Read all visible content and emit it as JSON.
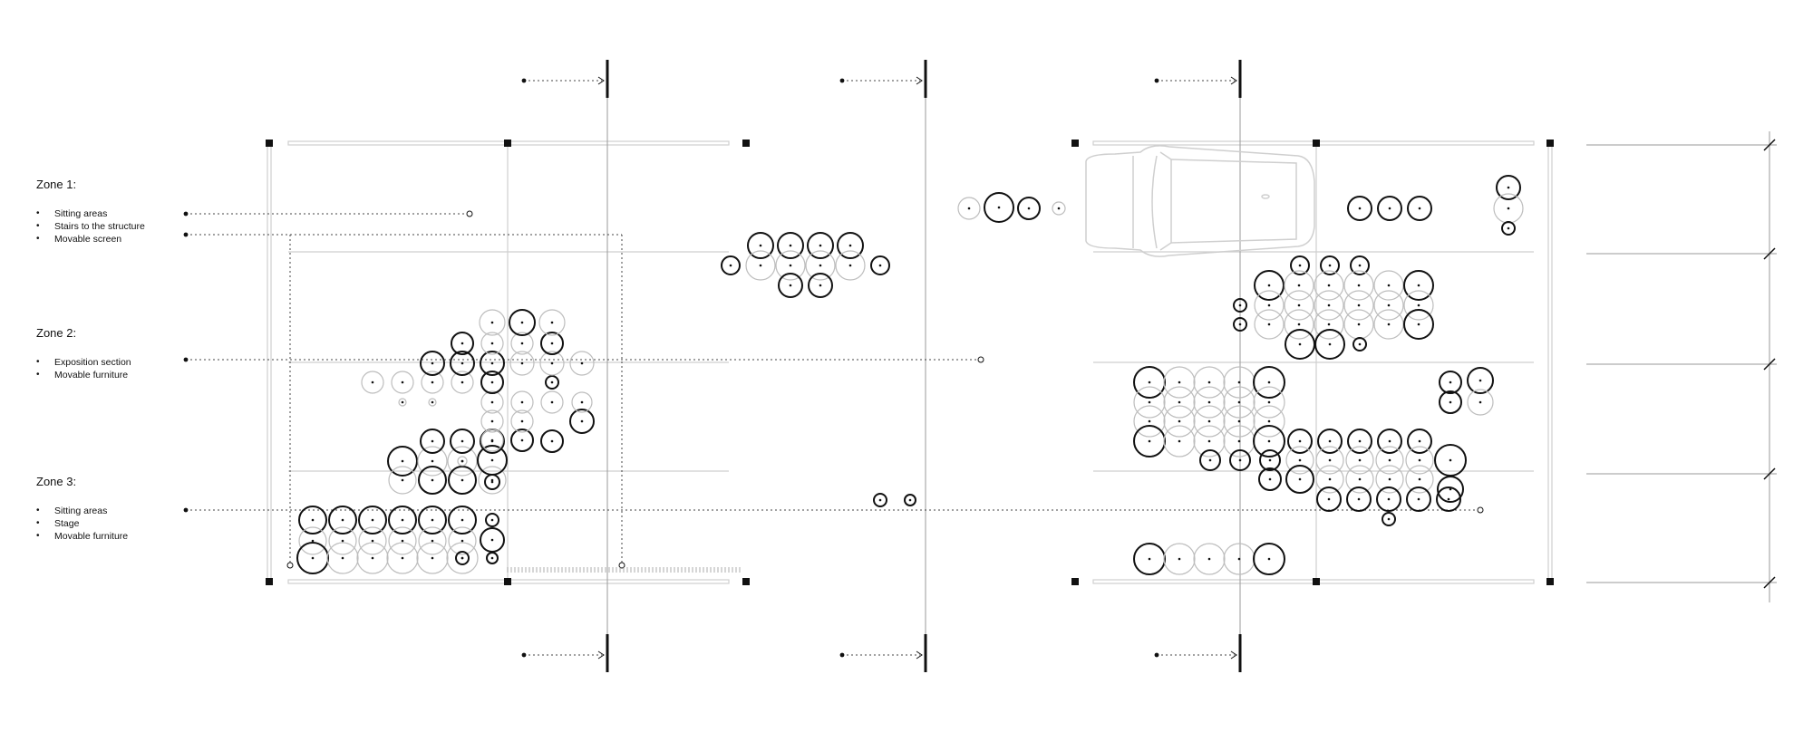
{
  "legend": {
    "zones": [
      {
        "title": "Zone 1:",
        "items": [
          "Sitting areas",
          "Stairs to the structure",
          "Movable screen"
        ]
      },
      {
        "title": "Zone 2:",
        "items": [
          "Exposition section",
          "Movable furniture"
        ]
      },
      {
        "title": "Zone 3:",
        "items": [
          "Sitting areas",
          "Stage",
          "Movable furniture"
        ]
      }
    ]
  },
  "colors": {
    "line": "#111111",
    "light": "#bbbbbb",
    "grid": "#cccccc",
    "background": "#ffffff"
  },
  "icons": [
    "section-marker-icon",
    "car-icon",
    "chair-icon",
    "column-icon",
    "dimension-tick-icon"
  ]
}
